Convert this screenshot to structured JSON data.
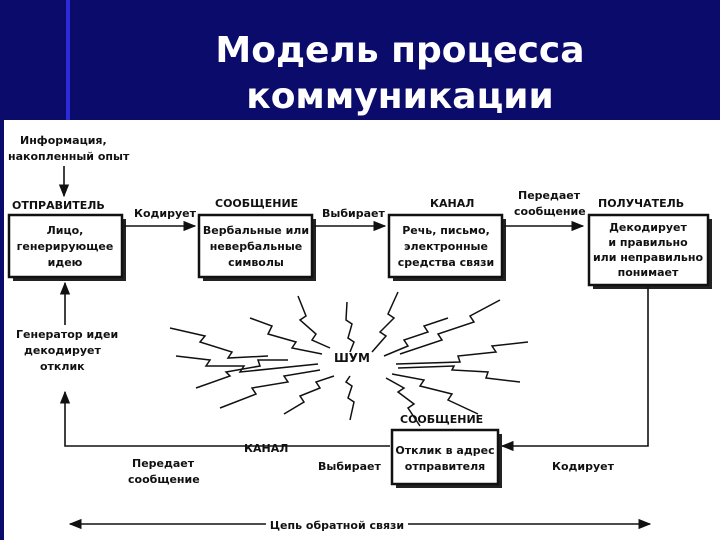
{
  "slide": {
    "title_line1": "Модель процесса",
    "title_line2": "коммуникации"
  },
  "diagram": {
    "info_line1": "Информация,",
    "info_line2": "накопленный опыт",
    "sender_label": "ОТПРАВИТЕЛЬ",
    "sender_box": [
      "Лицо,",
      "генерирующее",
      "идею"
    ],
    "encodes": "Кодирует",
    "message_label": "СООБЩЕНИЕ",
    "message_box": [
      "Вербальные или",
      "невербальные",
      "символы"
    ],
    "chooses": "Выбирает",
    "channel_label": "КАНАЛ",
    "channel_box": [
      "Речь, письмо,",
      "электронные",
      "средства связи"
    ],
    "transmits": [
      "Передает",
      "сообщение"
    ],
    "receiver_label": "ПОЛУЧАТЕЛЬ",
    "receiver_box": [
      "Декодирует",
      "и правильно",
      "или неправильно",
      "понимает"
    ],
    "generator": [
      "Генератор идеи",
      "декодирует",
      "отклик"
    ],
    "noise": "ШУМ",
    "feedback_message_label": "СООБЩЕНИЕ",
    "feedback_box": [
      "Отклик в адрес",
      "отправителя"
    ],
    "feedback_encodes": "Кодирует",
    "feedback_chooses": "Выбирает",
    "feedback_channel_label": "КАНАЛ",
    "feedback_transmits": [
      "Передает",
      "сообщение"
    ],
    "feedback_chain": "Цепь обратной связи"
  }
}
